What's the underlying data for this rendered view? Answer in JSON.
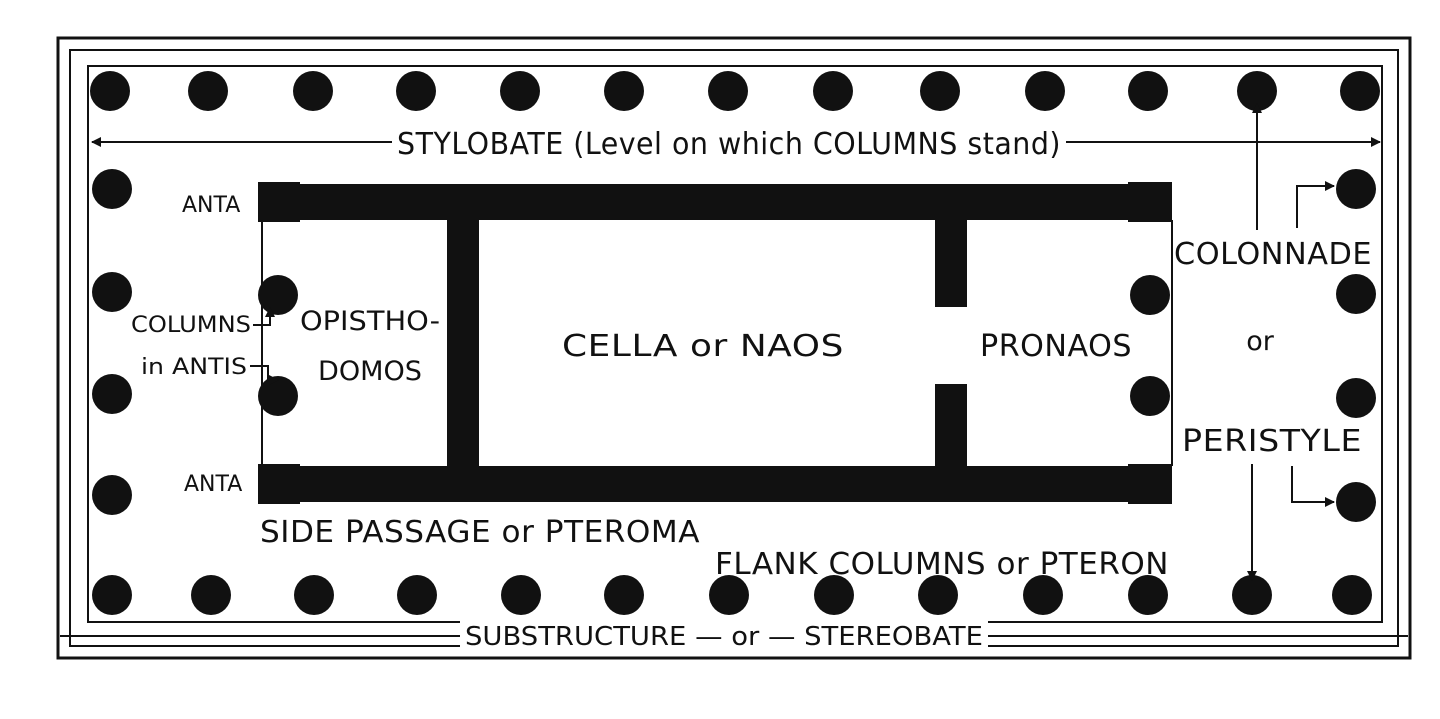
{
  "diagram": {
    "labels": {
      "stylobate": "STYLOBATE (Level on which COLUMNS stand)",
      "anta_top": "ANTA",
      "anta_bottom": "ANTA",
      "columns_in_antis_1": "COLUMNS",
      "columns_in_antis_2": "in ANTIS",
      "opisthodomos_1": "OPISTHO-",
      "opisthodomos_2": "DOMOS",
      "cella": "CELLA or NAOS",
      "pronaos": "PRONAOS",
      "colonnade": "COLONNADE",
      "colonnade_or": "or",
      "peristyle": "PERISTYLE",
      "side_passage": "SIDE PASSAGE or PTEROMA",
      "flank_columns": "FLANK COLUMNS or PTERON",
      "substructure": "SUBSTRUCTURE — or — STEREOBATE"
    },
    "colors": {
      "ink": "#111111",
      "paper": "#ffffff"
    }
  }
}
